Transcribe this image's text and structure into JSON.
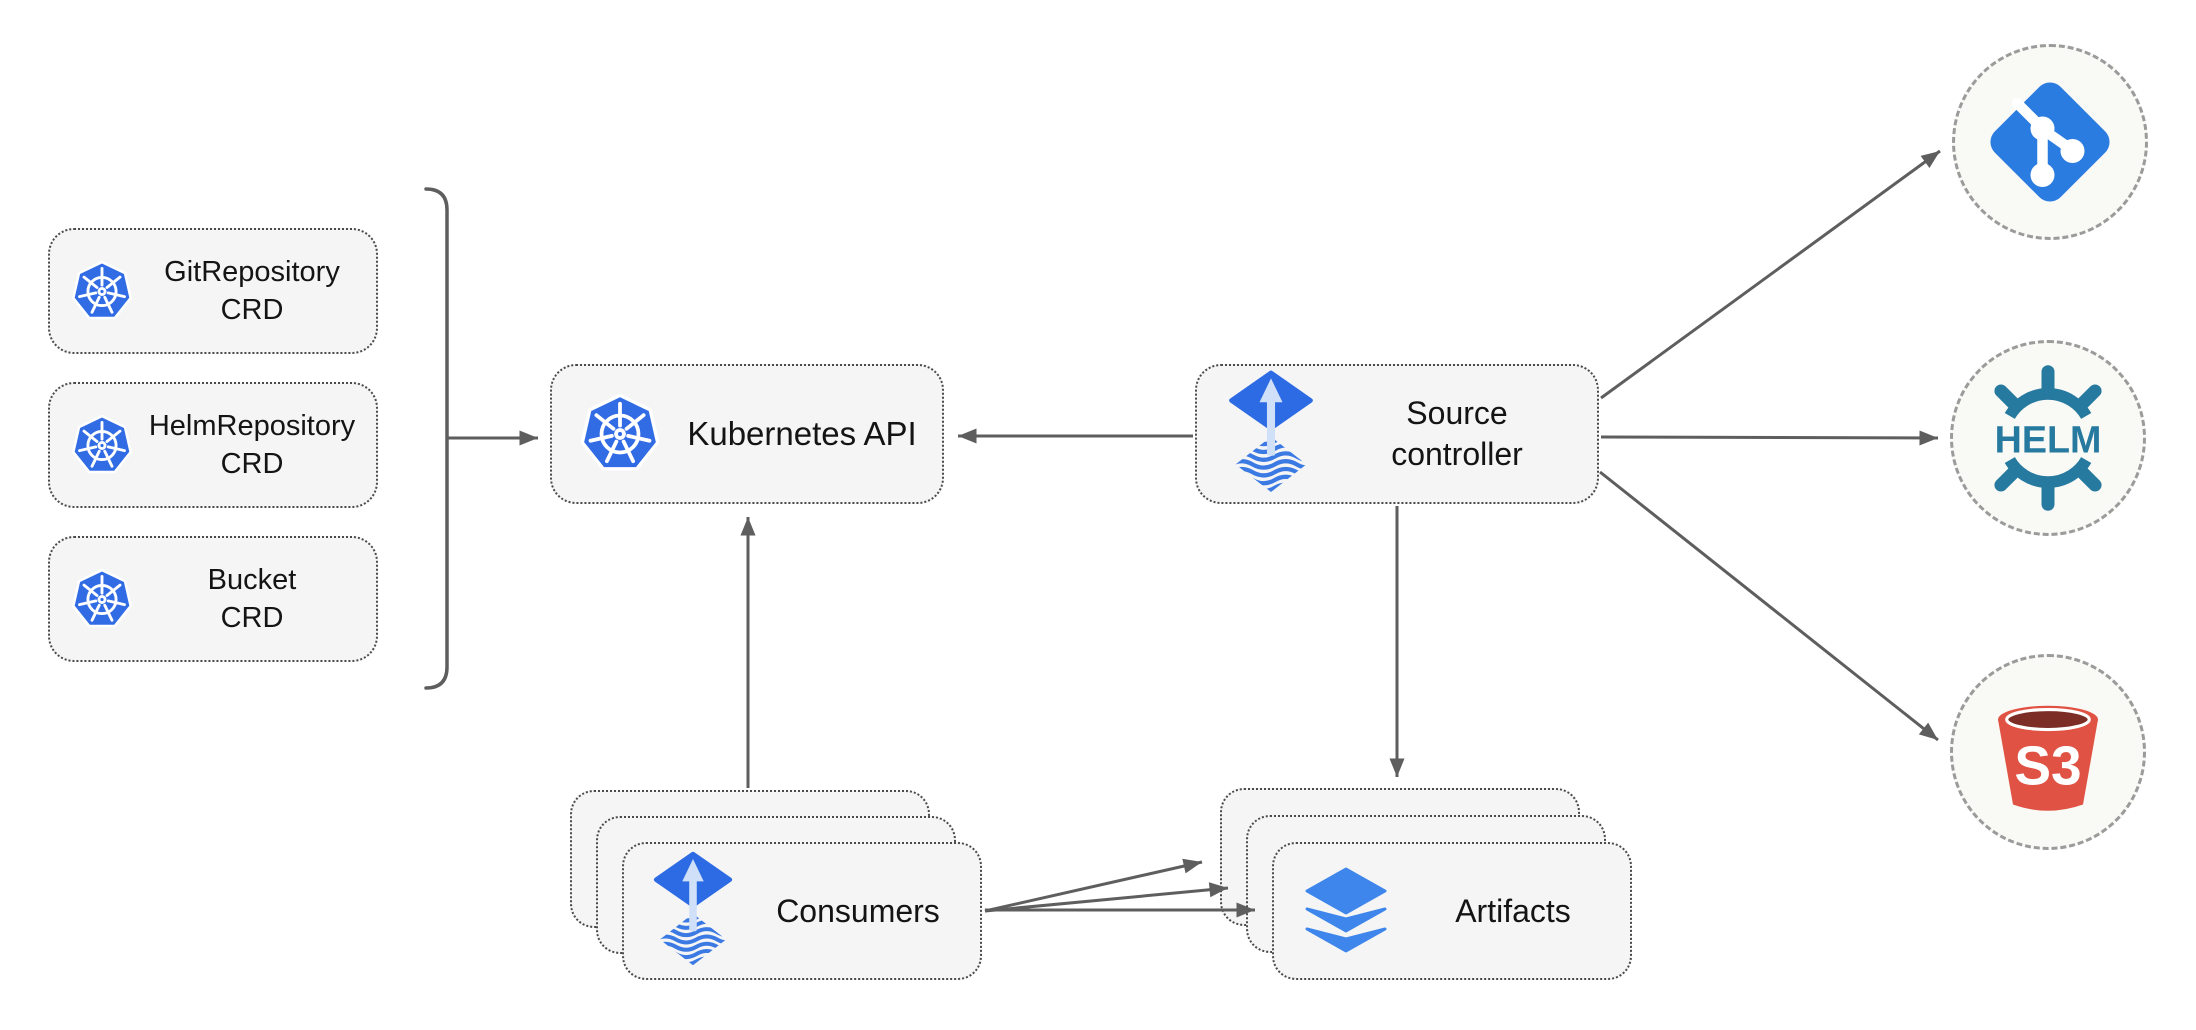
{
  "colors": {
    "kubernetes_blue": "#326CE5",
    "flux_blue": "#2D6BE4",
    "flux_light_arrow": "#CFE0F8",
    "git_blue": "#2B7CE0",
    "helm_teal": "#277A9F",
    "s3_red": "#E05243",
    "s3_dark_red": "#7B2D26",
    "artifacts_blue": "#3E86EC",
    "connector_gray": "#5E5E5E",
    "node_fill": "#F5F5F5",
    "circle_fill": "#F9F9F5"
  },
  "crd_boxes": [
    {
      "title": "GitRepository",
      "subtitle": "CRD",
      "icon": "kubernetes-logo"
    },
    {
      "title": "HelmRepository",
      "subtitle": "CRD",
      "icon": "kubernetes-logo"
    },
    {
      "title": "Bucket",
      "subtitle": "CRD",
      "icon": "kubernetes-logo"
    }
  ],
  "nodes": {
    "kubernetes_api": {
      "label": "Kubernetes API",
      "icon": "kubernetes-logo"
    },
    "source_controller": {
      "label_line1": "Source",
      "label_line2": "controller",
      "icon": "flux-source-icon"
    },
    "consumers": {
      "label": "Consumers",
      "icon": "flux-source-icon",
      "stacked_cards": 3
    },
    "artifacts": {
      "label": "Artifacts",
      "icon": "layers-icon",
      "stacked_cards": 3
    }
  },
  "right_targets": {
    "git": {
      "icon": "git-icon"
    },
    "helm": {
      "icon": "helm-wheel-icon",
      "label": "HELM"
    },
    "s3": {
      "icon": "s3-bucket-icon",
      "label": "S3"
    }
  },
  "edges": [
    {
      "from": "crd-group-bracket",
      "to": "kubernetes-api"
    },
    {
      "from": "source-controller",
      "to": "kubernetes-api"
    },
    {
      "from": "consumers",
      "to": "kubernetes-api"
    },
    {
      "from": "source-controller",
      "to": "artifacts"
    },
    {
      "from": "source-controller",
      "to": "git"
    },
    {
      "from": "source-controller",
      "to": "helm"
    },
    {
      "from": "source-controller",
      "to": "s3"
    },
    {
      "from": "consumers",
      "to": "artifacts",
      "arrow_count": 3
    }
  ]
}
